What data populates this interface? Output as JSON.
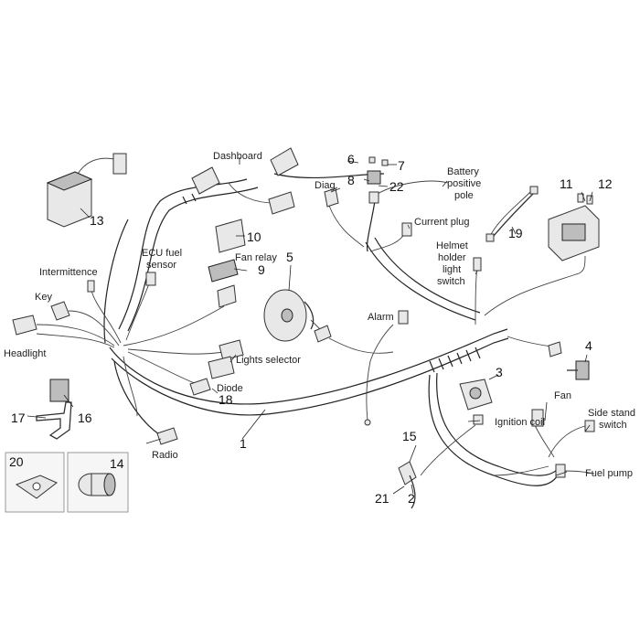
{
  "labels": {
    "dashboard": "Dashboard",
    "ecu_fuel_sensor_1": "ECU fuel",
    "ecu_fuel_sensor_2": "sensor",
    "fan_relay": "Fan relay",
    "intermittence": "Intermittence",
    "key": "Key",
    "headlight": "Headlight",
    "lights_selector": "Lights selector",
    "diode": "Diode",
    "radio": "Radio",
    "diag": "Diag.",
    "battery_1": "Battery",
    "battery_2": "positive",
    "battery_3": "pole",
    "current_plug": "Current plug",
    "helmet_1": "Helmet",
    "helmet_2": "holder",
    "helmet_3": "light",
    "helmet_4": "switch",
    "alarm": "Alarm",
    "ignition_coil": "Ignition coil",
    "fan": "Fan",
    "side_stand_1": "Side stand",
    "side_stand_2": "switch",
    "fuel_pump": "Fuel pump"
  },
  "numbers": {
    "n1": "1",
    "n2": "2",
    "n3": "3",
    "n4": "4",
    "n5": "5",
    "n6": "6",
    "n7": "7",
    "n8": "8",
    "n9": "9",
    "n10": "10",
    "n11": "11",
    "n12": "12",
    "n13": "13",
    "n14": "14",
    "n15": "15",
    "n16": "16",
    "n17": "17",
    "n18": "18",
    "n19": "19",
    "n20": "20",
    "n21": "21",
    "n22": "22"
  }
}
